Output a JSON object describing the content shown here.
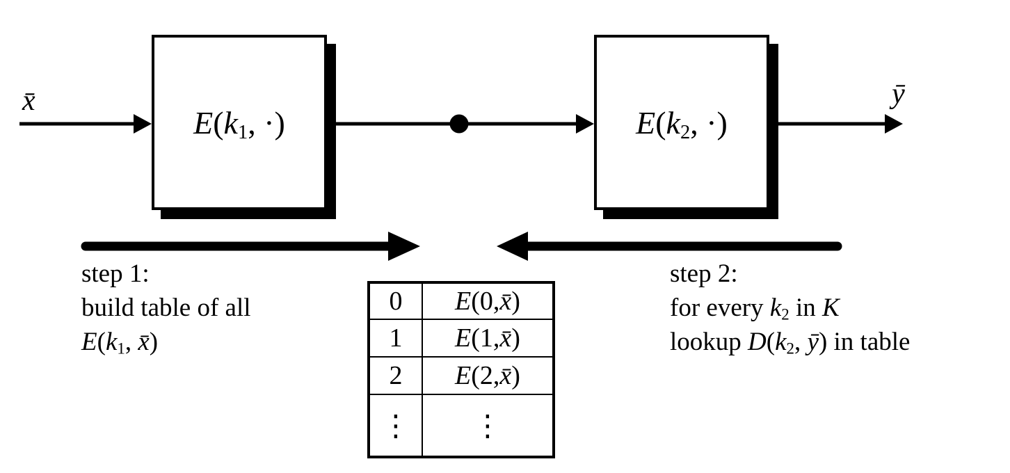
{
  "diagram": {
    "input_label": "x̄",
    "output_label": "ȳ",
    "boxes": [
      {
        "fn": "E",
        "open": "(",
        "key": "k",
        "key_sub": "1",
        "tail": ", ·)"
      },
      {
        "fn": "E",
        "open": "(",
        "key": "k",
        "key_sub": "2",
        "tail": ", ·)"
      }
    ]
  },
  "steps": {
    "step1": {
      "title": "step 1:",
      "line2": "build table of all",
      "formula": {
        "fn": "E",
        "open": "(",
        "key": "k",
        "key_sub": "1",
        "comma": ", ",
        "arg": "x̄",
        "close": ")"
      }
    },
    "step2": {
      "title": "step 2:",
      "line2": {
        "pre": "for every ",
        "key": "k",
        "key_sub": "2",
        "mid": " in ",
        "set": "K"
      },
      "line3": {
        "pre": "lookup ",
        "fn": "D",
        "open": "(",
        "key": "k",
        "key_sub": "2",
        "comma": ", ",
        "arg": "ȳ",
        "close": ")",
        "post": " in table"
      }
    }
  },
  "table": {
    "rows": [
      {
        "key": "0",
        "fn": "E",
        "open": "(",
        "arg": "0, ",
        "x": "x̄",
        "close": ")"
      },
      {
        "key": "1",
        "fn": "E",
        "open": "(",
        "arg": "1, ",
        "x": "x̄",
        "close": ")"
      },
      {
        "key": "2",
        "fn": "E",
        "open": "(",
        "arg": "2, ",
        "x": "x̄",
        "close": ")"
      },
      {
        "key": "⋮",
        "value": "⋮"
      }
    ]
  },
  "colors": {
    "ink": "#000000",
    "paper": "#ffffff"
  }
}
